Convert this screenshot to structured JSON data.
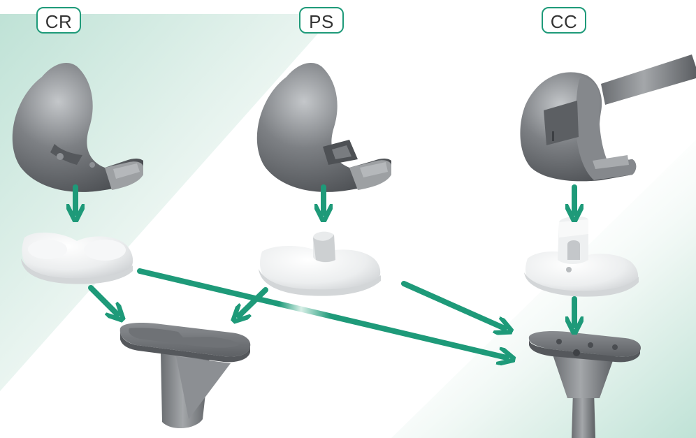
{
  "labels": {
    "cr": "CR",
    "ps": "PS",
    "cc": "CC"
  },
  "colors": {
    "arrow": "#1e9a79",
    "implant_dark": "#6d7074",
    "implant_light": "#eef0f1",
    "background_tint": "#cfe8df"
  }
}
